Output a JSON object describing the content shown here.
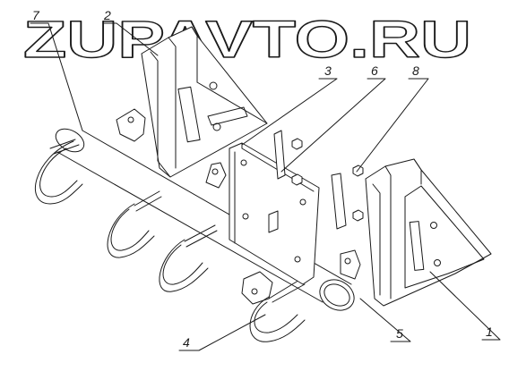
{
  "watermark": "ZUPAVTO.RU",
  "callouts": [
    {
      "id": "1",
      "label": "1"
    },
    {
      "id": "2",
      "label": "2"
    },
    {
      "id": "3",
      "label": "3"
    },
    {
      "id": "4",
      "label": "4"
    },
    {
      "id": "5",
      "label": "5"
    },
    {
      "id": "6",
      "label": "6"
    },
    {
      "id": "7",
      "label": "7"
    },
    {
      "id": "8",
      "label": "8"
    }
  ],
  "colors": {
    "line": "#1a1a1a",
    "watermark": "#1a1a1a",
    "background": "#ffffff"
  }
}
